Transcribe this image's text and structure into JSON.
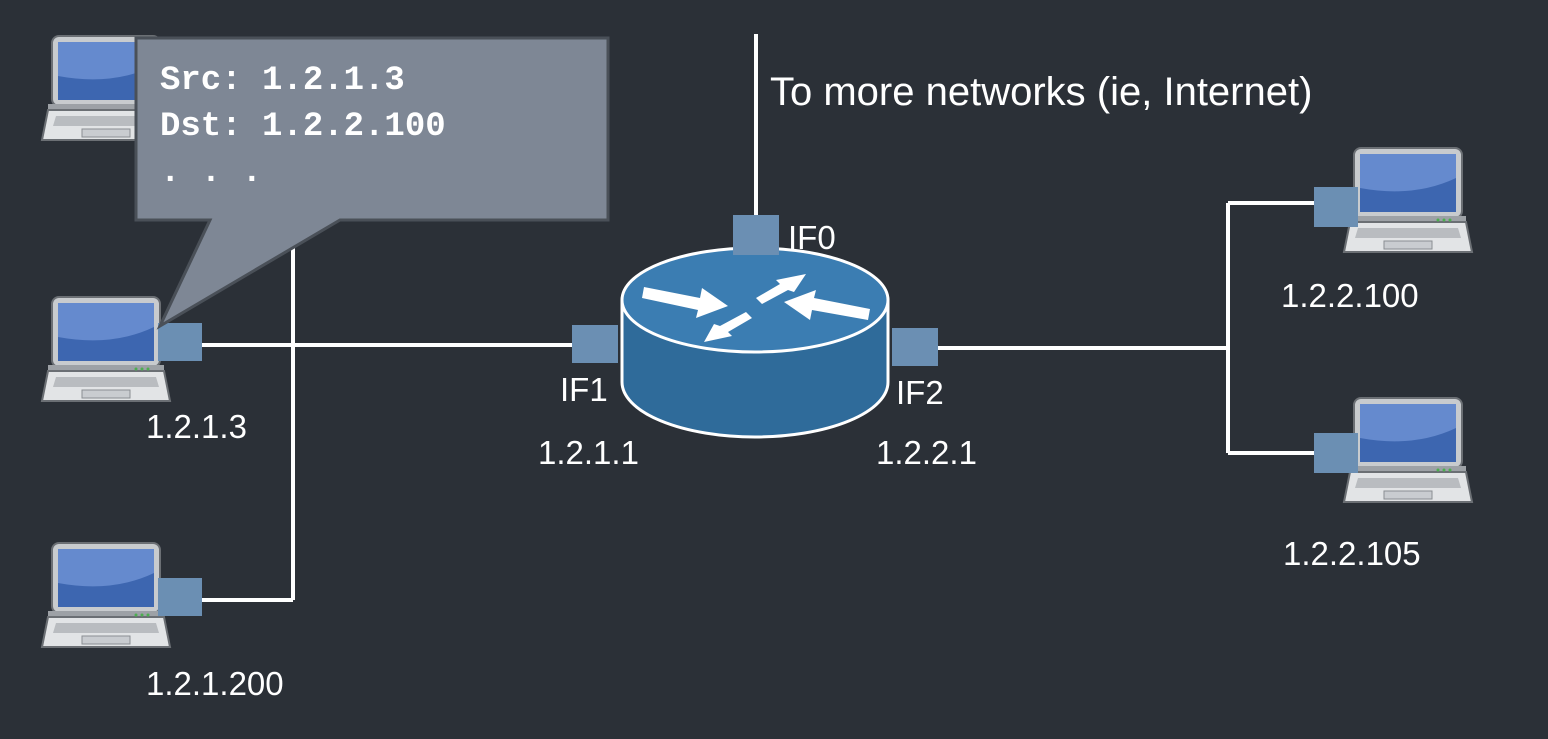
{
  "diagram": {
    "colors": {
      "background": "#2b3037",
      "wire": "#ffffff",
      "interface_port": "#6b8fb3",
      "router_body": "#2f6b9a",
      "router_top": "#3b7db2",
      "callout_fill": "#7e8795",
      "callout_border": "#4a5058"
    },
    "uplink_label": "To more networks (ie, Internet)",
    "router": {
      "interfaces": {
        "if0": "IF0",
        "if1": "IF1",
        "if2": "IF2"
      },
      "if1_address": "1.2.1.1",
      "if2_address": "1.2.2.1"
    },
    "hosts": {
      "left_middle": "1.2.1.3",
      "left_bottom": "1.2.1.200",
      "right_top": "1.2.2.100",
      "right_bottom": "1.2.2.105"
    },
    "packet_callout": {
      "src_line": "Src: 1.2.1.3",
      "dst_line": "Dst: 1.2.2.100",
      "more_line": ". . ."
    },
    "icons": [
      "laptop-icon",
      "router-icon",
      "interface-port-icon"
    ]
  }
}
